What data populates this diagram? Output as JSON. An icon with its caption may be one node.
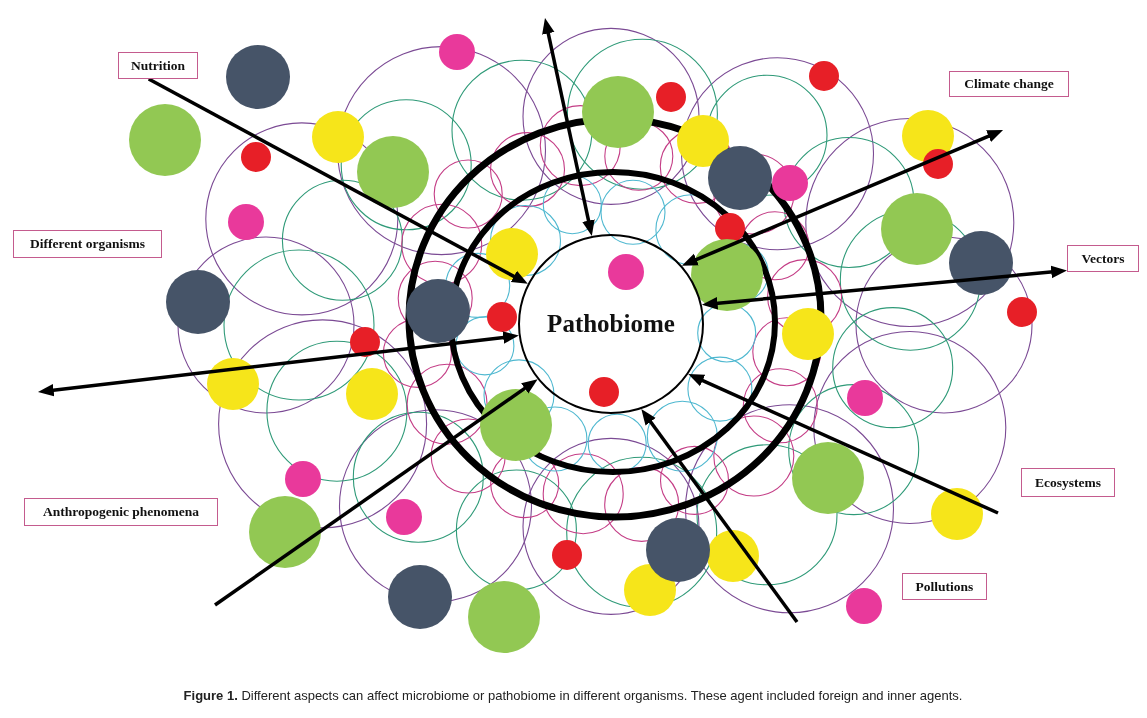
{
  "diagram": {
    "caption": "**Figure 1.** Different aspects can affect microbiome or pathobiome in different organisms. These agent included foreign and inner agents.",
    "nodes": [
      {
        "text": [
          "Nutrition"
        ]
      },
      {
        "text": [
          "Climate change"
        ]
      },
      {
        "text": [
          "Different organisms"
        ]
      },
      {
        "text": [
          "Vectors"
        ]
      },
      {
        "text": [
          "Pathobiome"
        ]
      },
      {
        "text": [
          "Ecosystems"
        ]
      },
      {
        "text": [
          "Anthropogenic phenomena"
        ]
      },
      {
        "text": [
          "Pollutions"
        ]
      }
    ],
    "edges": [
      {
        "from": 0,
        "to": 4,
        "arrow": "to"
      },
      {
        "from": 4,
        "to": null,
        "arrow": "both"
      },
      {
        "from": 4,
        "to": null,
        "arrow": "both"
      },
      {
        "from": 4,
        "to": 3,
        "arrow": "both"
      },
      {
        "from": 4,
        "to": null,
        "arrow": "both"
      },
      {
        "from": null,
        "to": 4,
        "arrow": "to"
      },
      {
        "from": null,
        "to": 4,
        "arrow": "to"
      },
      {
        "from": null,
        "to": 4,
        "arrow": "to"
      }
    ]
  }
}
